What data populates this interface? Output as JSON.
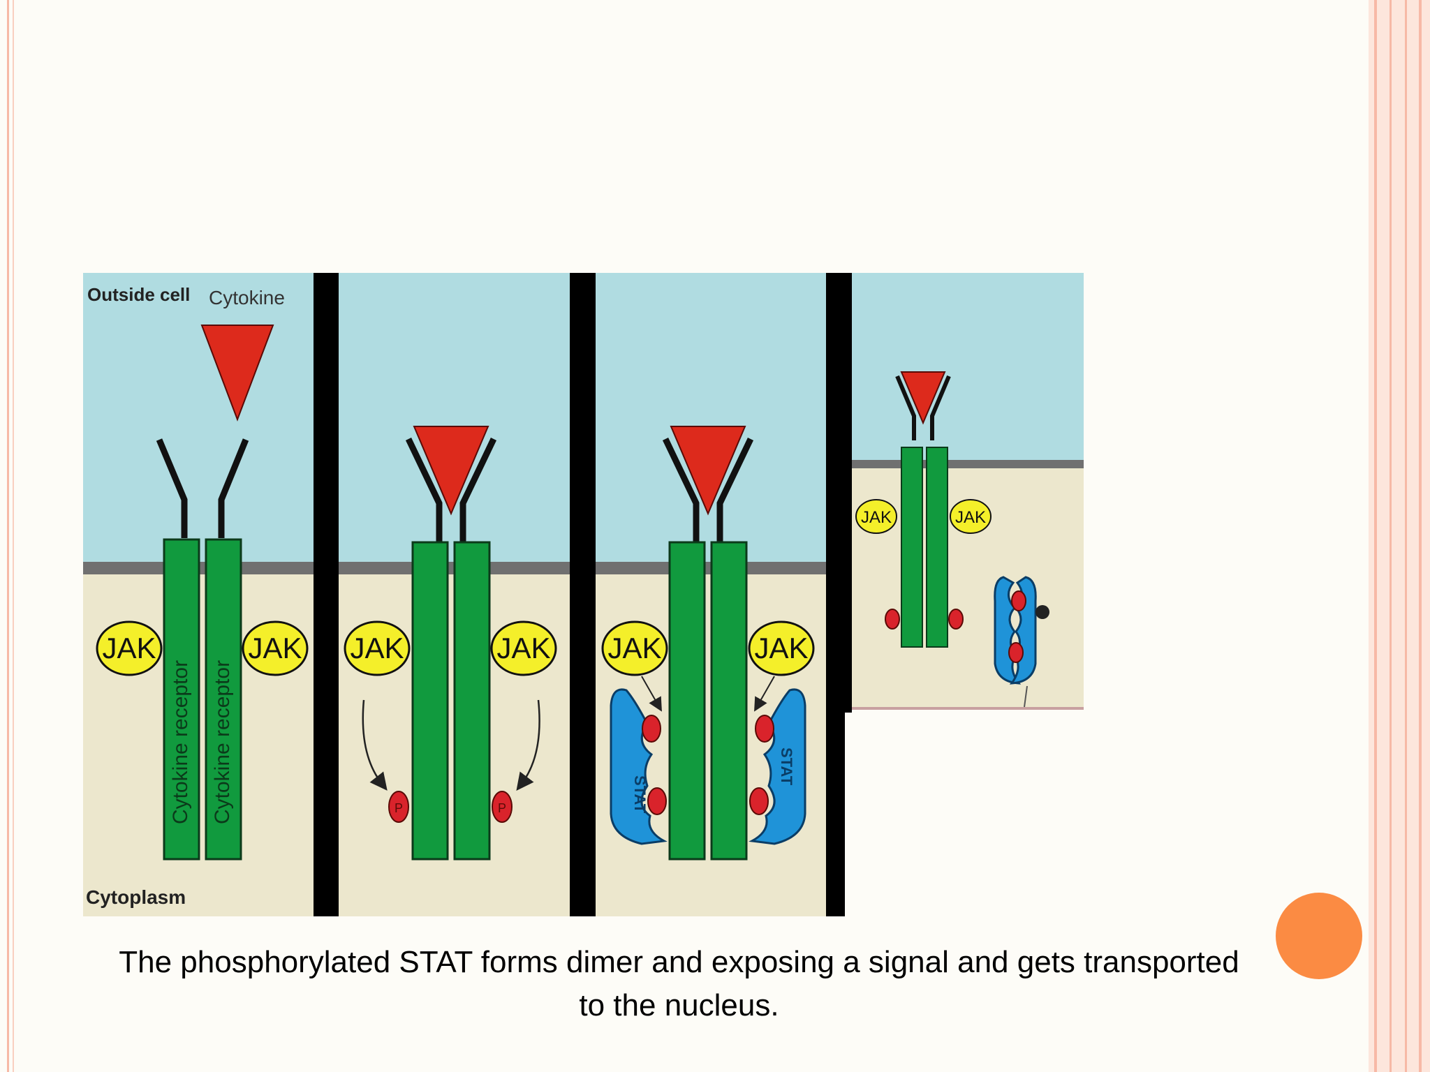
{
  "slide": {
    "caption": "The phosphorylated STAT forms dimer and exposing a signal and gets transported to the nucleus.",
    "accent_dot_color": "#fb8b43",
    "frame_color": "#f7b9a6"
  },
  "diagram": {
    "labels": {
      "outside_cell": "Outside cell",
      "cytokine": "Cytokine",
      "cytoplasm": "Cytoplasm",
      "receptor": "Cytokine receptor",
      "jak": "JAK",
      "stat": "STAT",
      "phosphate": "P"
    },
    "colors": {
      "extracellular": "#b0dce1",
      "cytoplasm": "#ece7cd",
      "membrane": "#707070",
      "receptor": "#119a3e",
      "cytokine": "#dd2a1c",
      "jak": "#f4ef2a",
      "stat": "#1f93d8",
      "phosphate": "#d9232b",
      "divider": "#000000"
    }
  }
}
